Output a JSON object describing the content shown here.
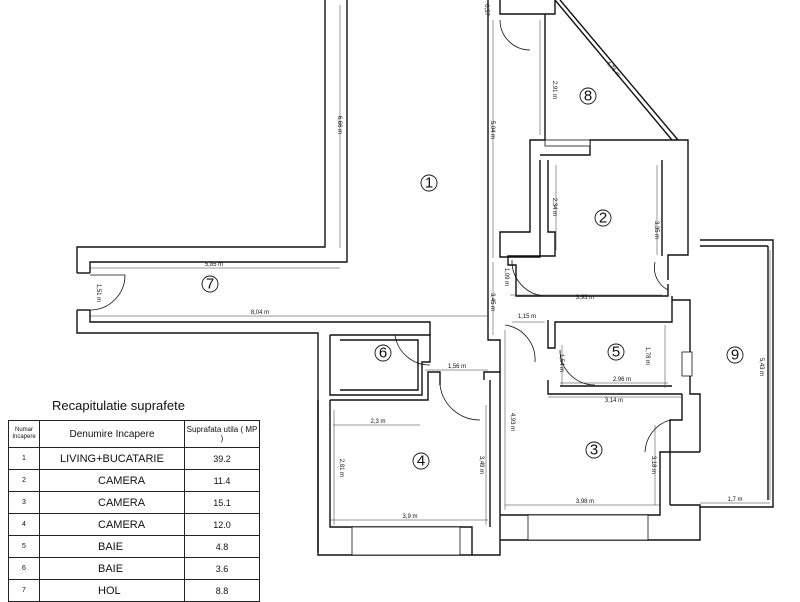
{
  "table": {
    "title": "Recapitulatie suprafete",
    "headers": {
      "number": "Numar Incapere",
      "name": "Denumire Incapere",
      "area": "Suprafata utila ( MP )"
    },
    "rows": [
      {
        "number": "1",
        "name": "LIVING+BUCATARIE",
        "area": "39.2"
      },
      {
        "number": "2",
        "name": "CAMERA",
        "area": "11.4"
      },
      {
        "number": "3",
        "name": "CAMERA",
        "area": "15.1"
      },
      {
        "number": "4",
        "name": "CAMERA",
        "area": "12.0"
      },
      {
        "number": "5",
        "name": "BAIE",
        "area": "4.8"
      },
      {
        "number": "6",
        "name": "BAIE",
        "area": "3.6"
      },
      {
        "number": "7",
        "name": "HOL",
        "area": "8.8"
      }
    ]
  },
  "rooms": [
    "1",
    "2",
    "3",
    "4",
    "5",
    "6",
    "7",
    "8",
    "9"
  ],
  "dimensions": {
    "d_666": "6,66 m",
    "d_504": "5,04 m",
    "d_291": "2,91 m",
    "d_476": "4,76 m",
    "d_057": "0,57",
    "d_234": "2,34 m",
    "d_335": "3,35 m",
    "d_109": "1,09 m",
    "d_393": "3,93 m",
    "d_345": "3,45 m",
    "d_115": "1,15 m",
    "d_154": "1,54 m",
    "d_178": "1,78 m",
    "d_296": "2,96 m",
    "d_314": "3,14 m",
    "d_543": "5,43 m",
    "d_585": "5,85 m",
    "d_151": "1,51 m",
    "d_804": "8,04 m",
    "d_156": "1,56 m",
    "d_493": "4,93 m",
    "d_23": "2,3 m",
    "d_281": "2,81 m",
    "d_349": "3,49 m",
    "d_39": "3,9 m",
    "d_398": "3,98 m",
    "d_318": "3,18 m",
    "d_17": "1,7 m"
  }
}
